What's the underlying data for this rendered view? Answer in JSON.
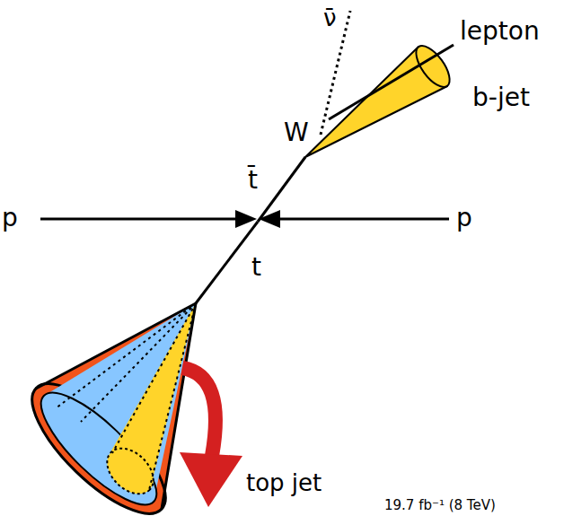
{
  "diagram": {
    "labels": [
      "ν̄",
      "lepton",
      "b-jet",
      "W",
      "t̄",
      "p",
      "p",
      "t",
      "top jet",
      "19.7 fb⁻¹ (8 TeV)"
    ]
  }
}
